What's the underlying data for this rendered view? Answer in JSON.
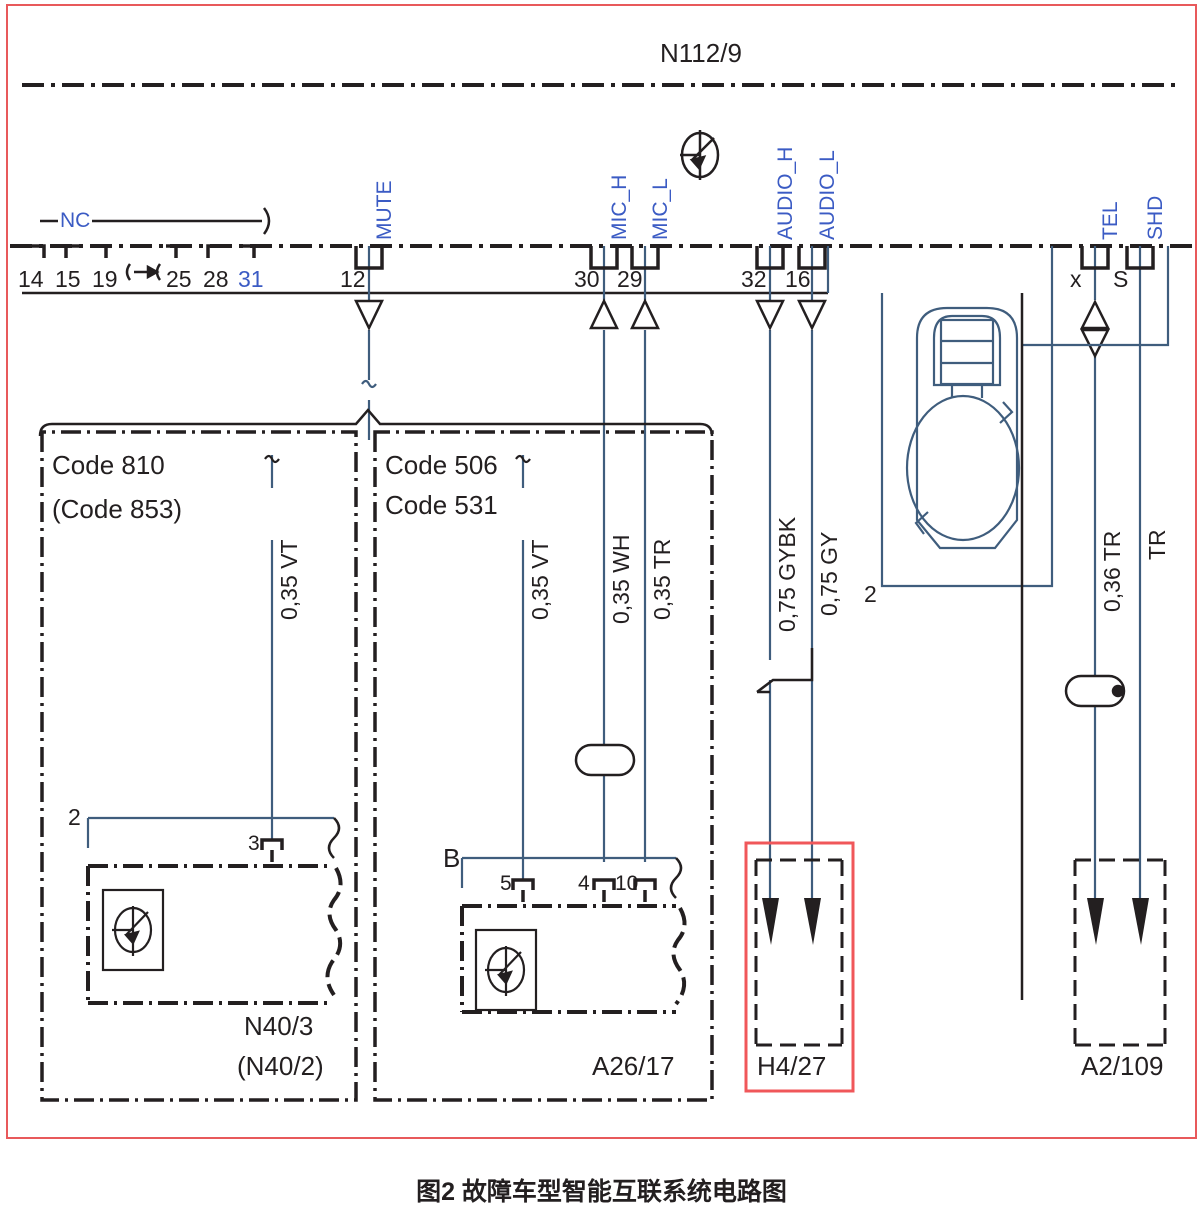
{
  "caption": "图2 故障车型智能互联系统电路图",
  "top_module": {
    "label": "N112/9"
  },
  "left_connector": {
    "nc_label": "NC",
    "pins": [
      "14",
      "15",
      "19",
      "25",
      "28",
      "31"
    ],
    "break_symbol": "→"
  },
  "signal_pins": [
    {
      "name": "MUTE",
      "pin": "12"
    },
    {
      "name": "MIC_H",
      "pin": "30"
    },
    {
      "name": "MIC_L",
      "pin": "29"
    },
    {
      "name": "AUDIO_H",
      "pin": "32"
    },
    {
      "name": "AUDIO_L",
      "pin": "16"
    },
    {
      "name": "TEL",
      "pin": "x"
    },
    {
      "name": "SHD",
      "pin": "S"
    }
  ],
  "wires": [
    {
      "id": "mute",
      "label": "0,35 VT"
    },
    {
      "id": "vt2",
      "label": "0,35 VT"
    },
    {
      "id": "mic_h",
      "label": "0,35 WH"
    },
    {
      "id": "mic_l",
      "label": "0,35 TR"
    },
    {
      "id": "audio_h",
      "label": "0,75 GYBK"
    },
    {
      "id": "audio_l",
      "label": "0,75 GY"
    },
    {
      "id": "tel",
      "label": "0,36 TR"
    },
    {
      "id": "shd",
      "label": "TR"
    }
  ],
  "groups": [
    {
      "id": "left-group",
      "codes": [
        "Code 810",
        "(Code 853)"
      ]
    },
    {
      "id": "mid-group",
      "codes": [
        "Code 506",
        "Code 531"
      ]
    }
  ],
  "components": [
    {
      "id": "n40",
      "name": "N40/3",
      "alt_name": "(N40/2)",
      "connector_letter": "2",
      "pins": [
        "3"
      ],
      "highlight": false
    },
    {
      "id": "a26",
      "name": "A26/17",
      "connector_letter": "B",
      "pins": [
        "5",
        "4",
        "10"
      ],
      "highlight": false
    },
    {
      "id": "h4",
      "name": "H4/27",
      "highlight": true,
      "highlight_color": "#f0575a"
    },
    {
      "id": "a2",
      "name": "A2/109",
      "highlight": false
    }
  ],
  "antenna": {
    "connector_letter": "2"
  },
  "colors": {
    "ink": "#231f20",
    "blue_text": "#3b5bc4",
    "highlight": "#f0575a",
    "border": "#e8595b"
  }
}
